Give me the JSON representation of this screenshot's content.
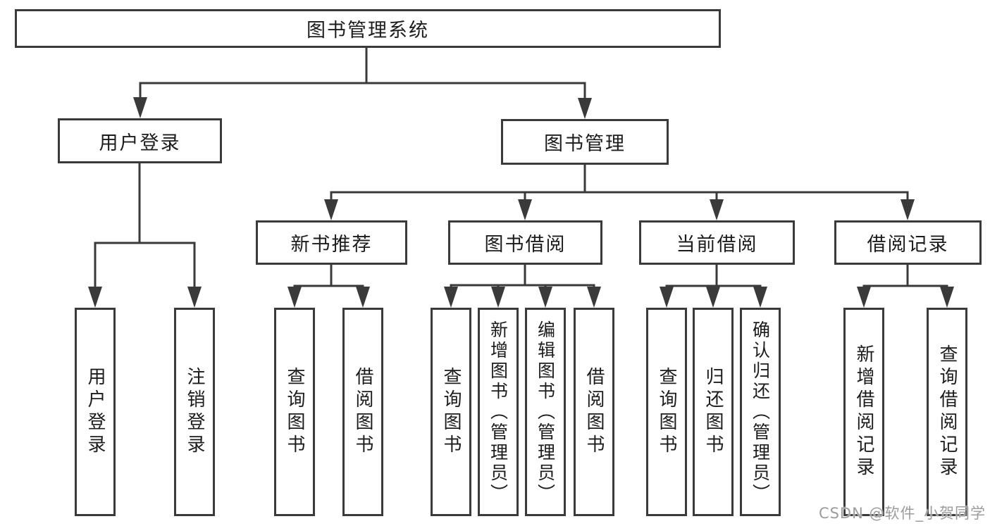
{
  "tree": {
    "label": "图书管理系统",
    "children": [
      {
        "label": "用户登录",
        "children": [
          {
            "label": "用户登录"
          },
          {
            "label": "注销登录"
          }
        ]
      },
      {
        "label": "图书管理",
        "children": [
          {
            "label": "新书推荐",
            "children": [
              {
                "label": "查询图书"
              },
              {
                "label": "借阅图书"
              }
            ]
          },
          {
            "label": "图书借阅",
            "children": [
              {
                "label": "查询图书"
              },
              {
                "label": "新增图书（管理员）"
              },
              {
                "label": "编辑图书（管理员）"
              },
              {
                "label": "借阅图书"
              }
            ]
          },
          {
            "label": "当前借阅",
            "children": [
              {
                "label": "查询图书"
              },
              {
                "label": "归还图书"
              },
              {
                "label": "确认归还（管理员）"
              }
            ]
          },
          {
            "label": "借阅记录",
            "children": [
              {
                "label": "新增借阅记录"
              },
              {
                "label": "查询借阅记录"
              }
            ]
          }
        ]
      }
    ]
  },
  "watermark": {
    "text": "CSDN @软件_小贺同学"
  },
  "colors": {
    "line": "#3a3a3a",
    "box_border": "#3a3a3a",
    "text": "#1c1c1c",
    "watermark": "#9c9c9c",
    "background": "#ffffff"
  }
}
